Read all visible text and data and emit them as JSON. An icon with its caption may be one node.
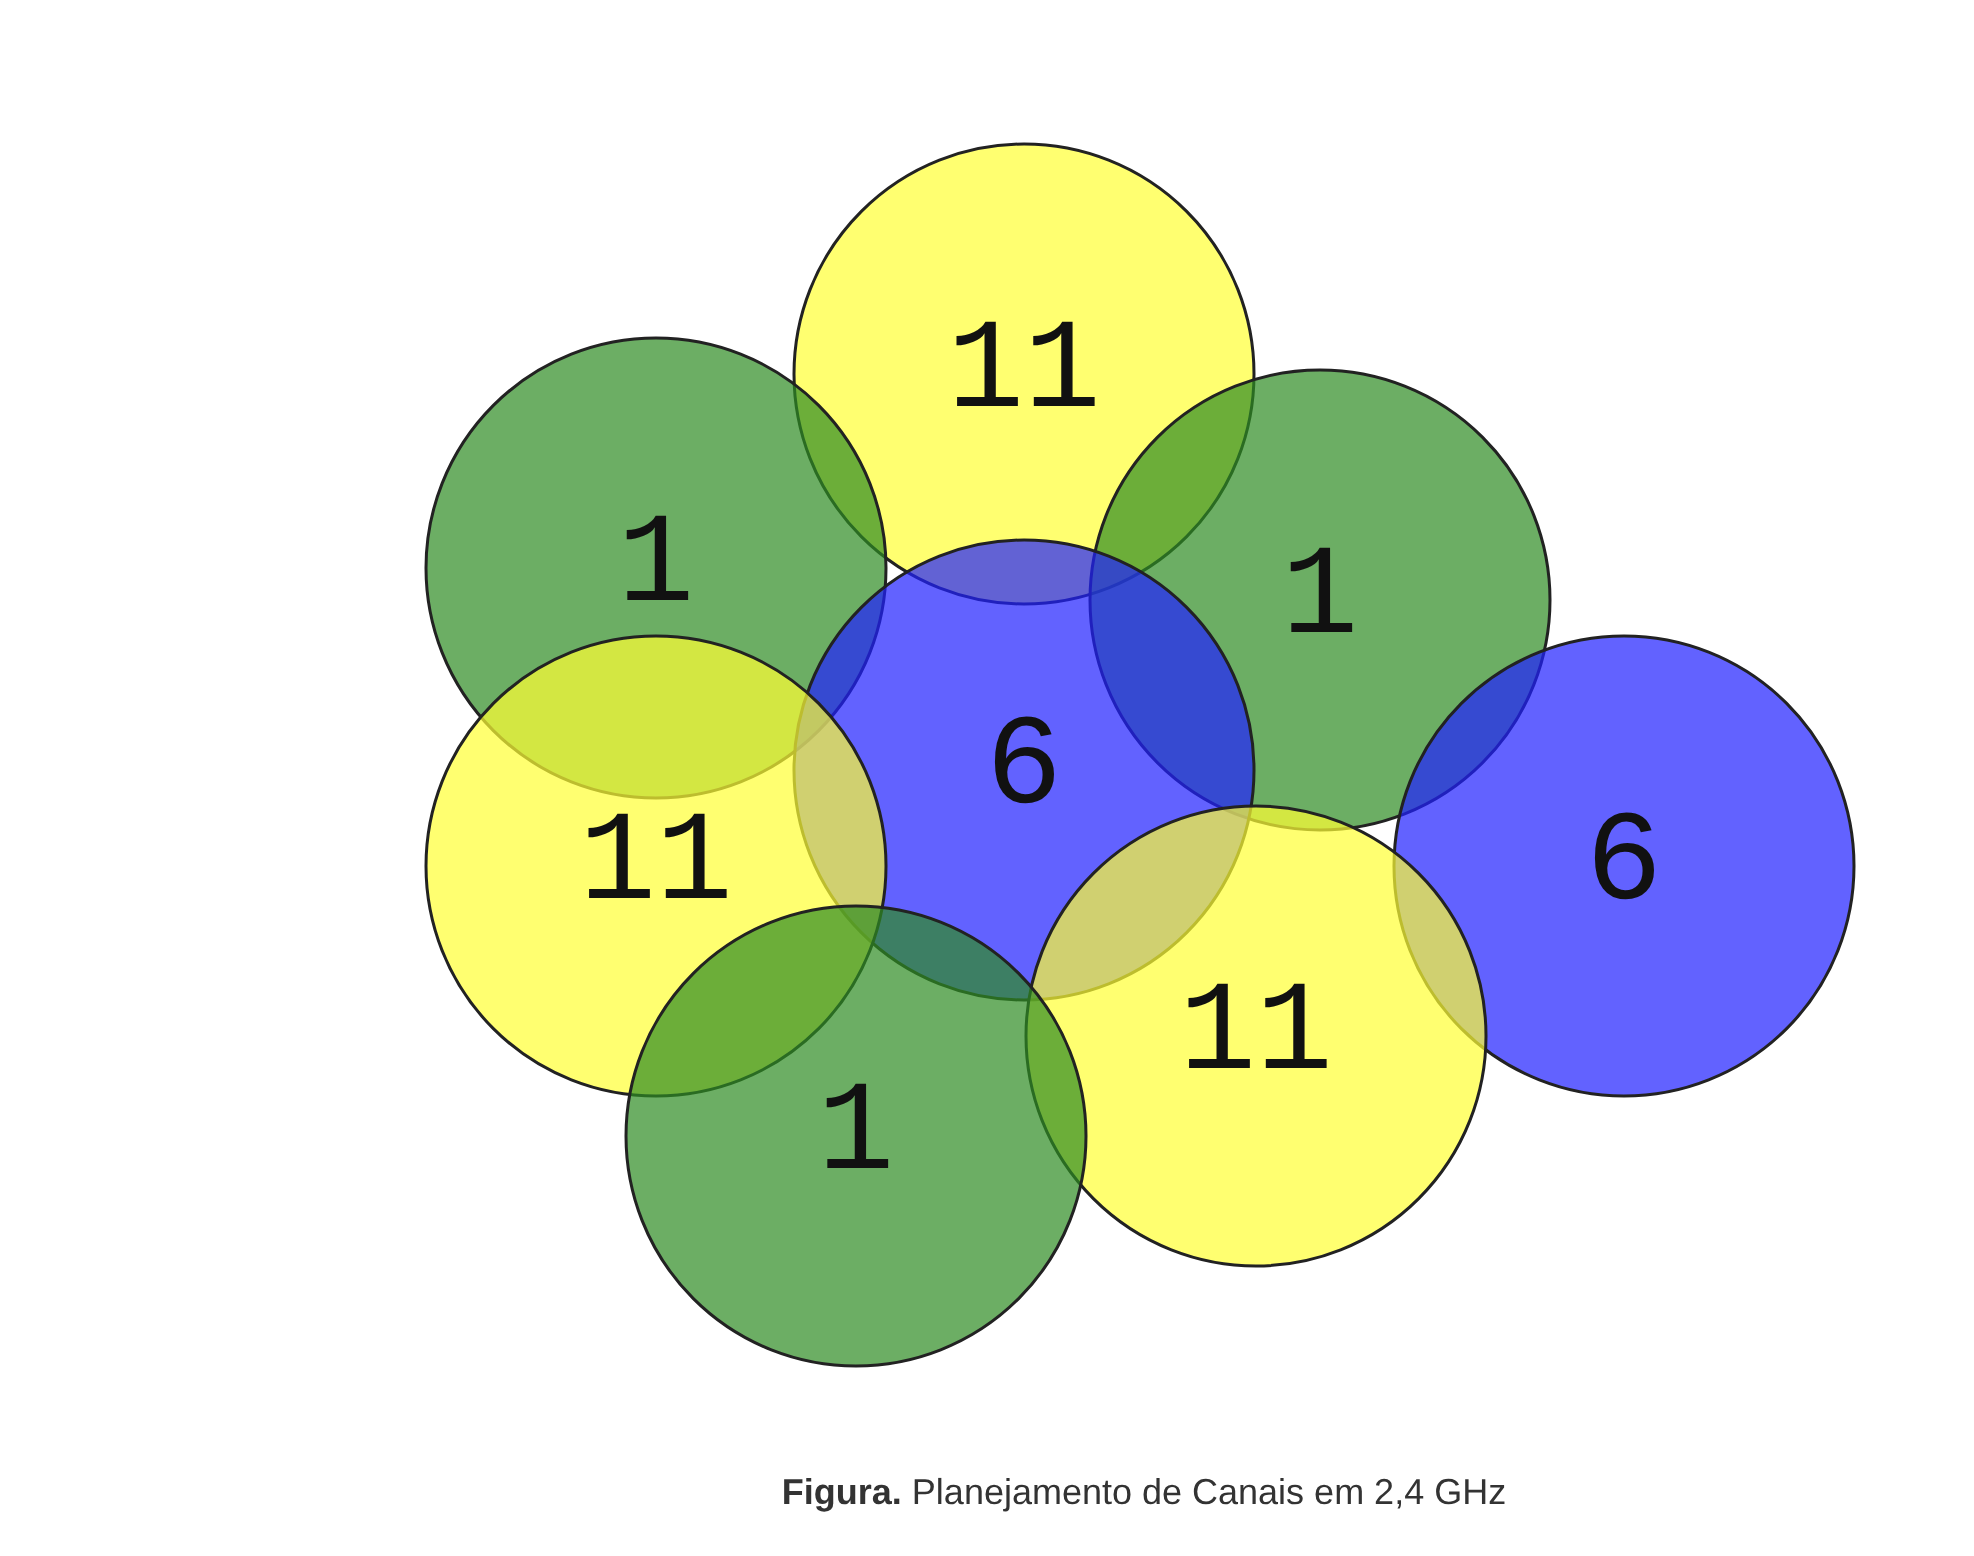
{
  "diagram": {
    "caption": "**Figura.** Planejamento de Canais em 2,4 GHz",
    "nodes": [
      {
        "text": [
          "11"
        ]
      },
      {
        "text": [
          "1"
        ]
      },
      {
        "text": [
          "1"
        ]
      },
      {
        "text": [
          "6"
        ]
      },
      {
        "text": [
          "11"
        ]
      },
      {
        "text": [
          "6"
        ]
      },
      {
        "text": [
          "11"
        ]
      },
      {
        "text": [
          "1"
        ]
      }
    ]
  }
}
